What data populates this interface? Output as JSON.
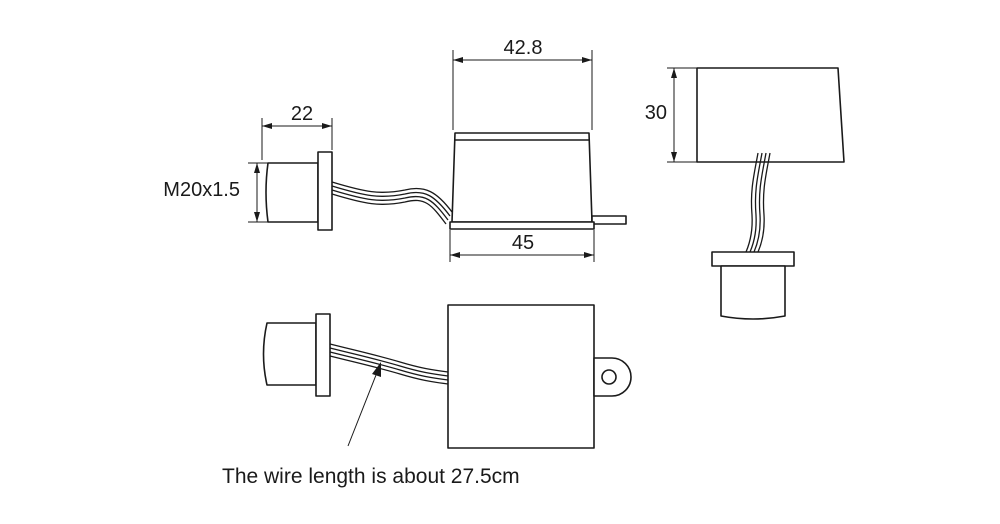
{
  "dimensions": {
    "top_width": "42.8",
    "bottom_width": "45",
    "plug_length": "22",
    "thread": "M20x1.5",
    "height": "30"
  },
  "note": "The wire length is about 27.5cm"
}
